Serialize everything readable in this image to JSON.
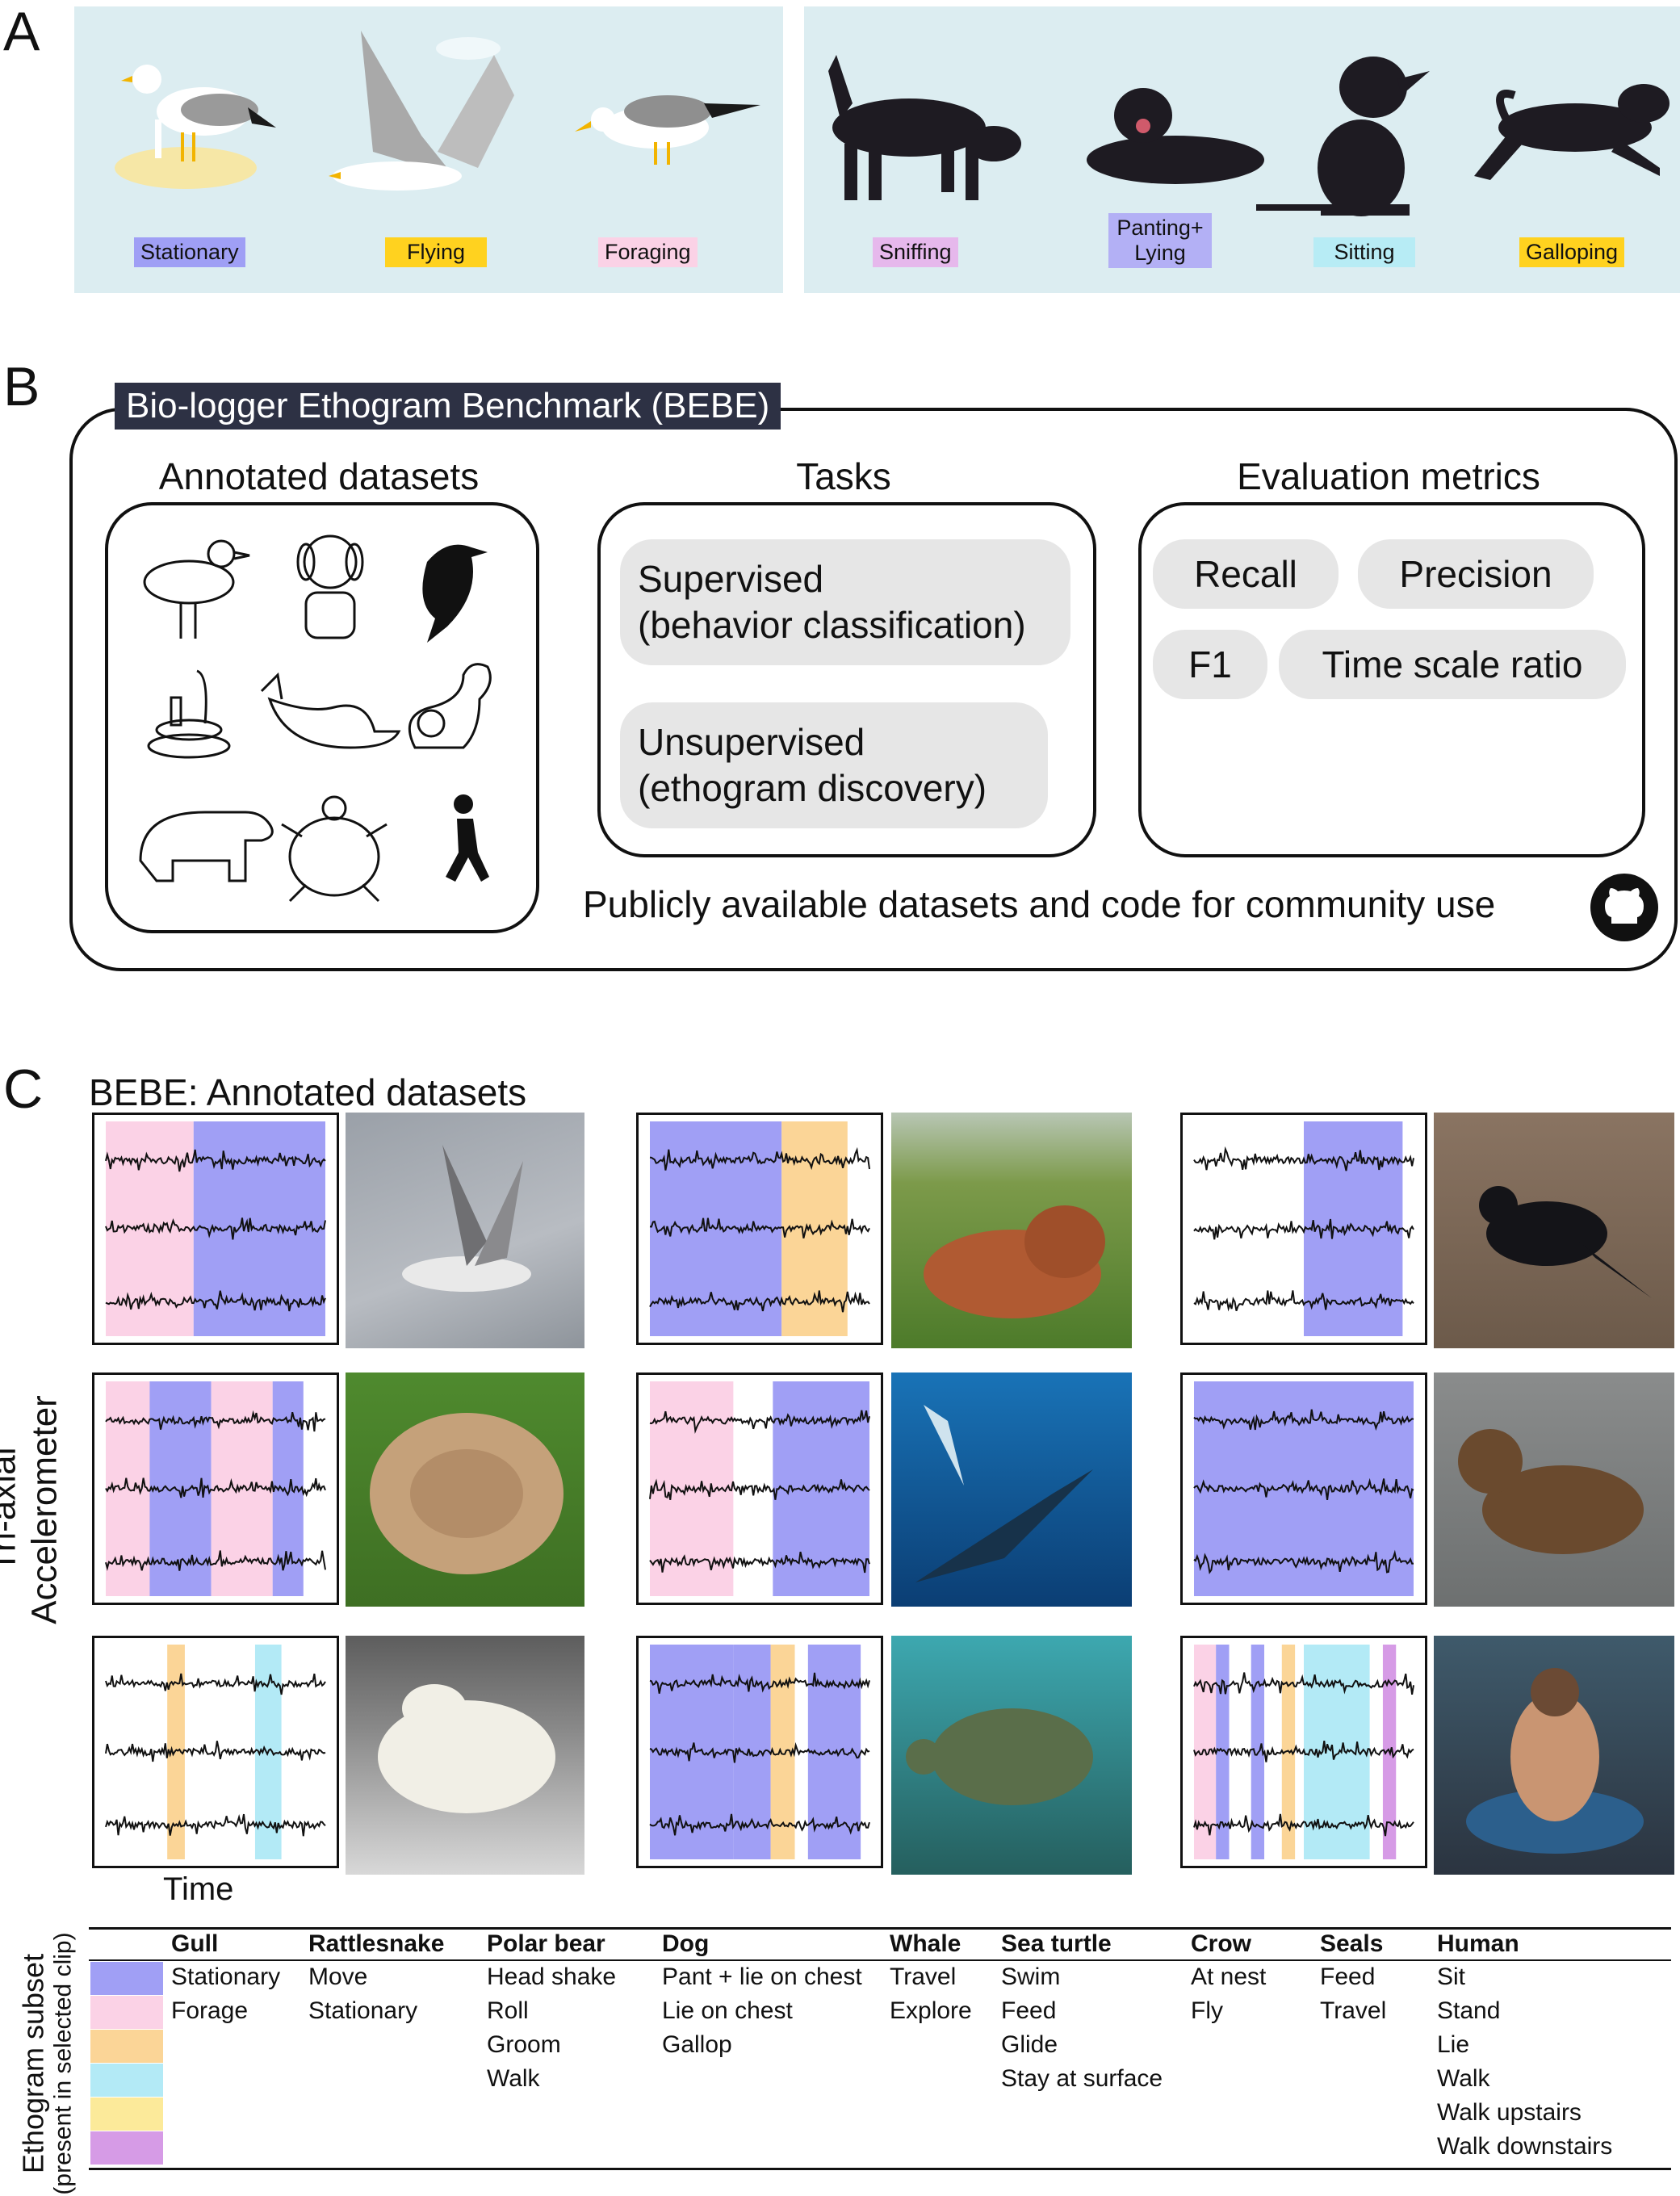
{
  "panels": {
    "a": "A",
    "b": "B",
    "c": "C"
  },
  "panelA": {
    "behaviors": [
      {
        "label": "Stationary",
        "color": "#9f9ff5"
      },
      {
        "label": "Flying",
        "color": "#ffd21f"
      },
      {
        "label": "Foraging",
        "color": "#fbd2e6"
      },
      {
        "label": "Sniffing",
        "color": "#e6b8ec"
      },
      {
        "label": "Panting+\nLying",
        "color": "#b3b0f5"
      },
      {
        "label": "Sitting",
        "color": "#b7ecf5"
      },
      {
        "label": "Galloping",
        "color": "#ffd21f"
      }
    ]
  },
  "panelB": {
    "title": "Bio-logger Ethogram Benchmark (BEBE)",
    "annotated_title": "Annotated datasets",
    "tasks_title": "Tasks",
    "metrics_title": "Evaluation metrics",
    "tasks": [
      "Supervised\n(behavior classification)",
      "Unsupervised\n(ethogram discovery)"
    ],
    "metrics": [
      "Recall",
      "Precision",
      "F1",
      "Time scale ratio"
    ],
    "footer": "Publicly available datasets and code for community use",
    "icons": [
      "gull-icon",
      "dog-icon",
      "crow-icon",
      "rattlesnake-icon",
      "whale-icon",
      "seal-icon",
      "polar-bear-icon",
      "sea-turtle-icon",
      "human-walking-icon",
      "github-icon"
    ]
  },
  "panelC": {
    "title": "BEBE: Annotated datasets",
    "y_label_line1": "Tri-axial",
    "y_label_line2": "Accelerometer",
    "x_label": "Time",
    "legend_side_line1": "Ethogram subset",
    "legend_side_line2": "(present in selected clip)",
    "colors": [
      "#a09ff5",
      "#fbd2e6",
      "#fbd597",
      "#b3eaf6",
      "#fcea9a",
      "#d69be6"
    ],
    "species": [
      {
        "name": "Gull",
        "behaviors": [
          "Stationary",
          "Forage"
        ]
      },
      {
        "name": "Rattlesnake",
        "behaviors": [
          "Move",
          "Stationary"
        ]
      },
      {
        "name": "Polar bear",
        "behaviors": [
          "Head shake",
          "Roll",
          "Groom",
          "Walk"
        ]
      },
      {
        "name": "Dog",
        "behaviors": [
          "Pant + lie on chest",
          "Lie on chest",
          "Gallop"
        ]
      },
      {
        "name": "Whale",
        "behaviors": [
          "Travel",
          "Explore"
        ]
      },
      {
        "name": "Sea turtle",
        "behaviors": [
          "Swim",
          "Feed",
          "Glide",
          "Stay at surface"
        ]
      },
      {
        "name": "Crow",
        "behaviors": [
          "At nest",
          "Fly"
        ]
      },
      {
        "name": "Seals",
        "behaviors": [
          "Feed",
          "Travel"
        ]
      },
      {
        "name": "Human",
        "behaviors": [
          "Sit",
          "Stand",
          "Lie",
          "Walk",
          "Walk upstairs",
          "Walk downstairs"
        ]
      }
    ]
  }
}
